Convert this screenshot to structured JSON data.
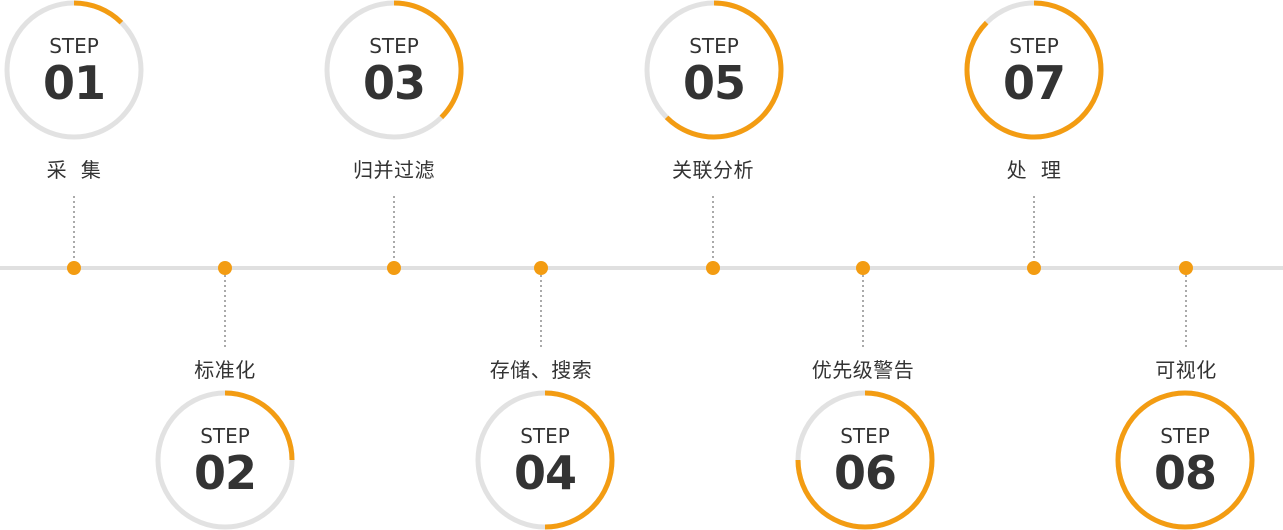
{
  "colors": {
    "accent": "#f39c12",
    "track": "#e2e2e2",
    "text": "#333333",
    "line": "#e0e0e0",
    "connector": "#555555"
  },
  "steps": [
    {
      "word": "STEP",
      "number": "01",
      "label": "采  集",
      "progress": 0.125
    },
    {
      "word": "STEP",
      "number": "02",
      "label": "标准化",
      "progress": 0.25
    },
    {
      "word": "STEP",
      "number": "03",
      "label": "归并过滤",
      "progress": 0.375
    },
    {
      "word": "STEP",
      "number": "04",
      "label": "存储、搜索",
      "progress": 0.5
    },
    {
      "word": "STEP",
      "number": "05",
      "label": "关联分析",
      "progress": 0.625
    },
    {
      "word": "STEP",
      "number": "06",
      "label": "优先级警告",
      "progress": 0.75
    },
    {
      "word": "STEP",
      "number": "07",
      "label": "处  理",
      "progress": 0.875
    },
    {
      "word": "STEP",
      "number": "08",
      "label": "可视化",
      "progress": 1.0
    }
  ]
}
